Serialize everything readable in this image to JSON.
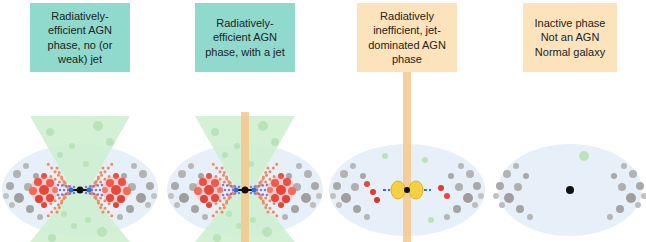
{
  "diagram": {
    "nodes": [
      {
        "text": [
          "Radiatively-efficient AGN phase, no (or weak) jet"
        ]
      },
      {
        "text": [
          "Radiatively-efficient AGN phase, with a jet"
        ]
      },
      {
        "text": [
          "Radiatively inefficient, jet-dominated AGN phase"
        ]
      },
      {
        "text": [
          "Inactive phase Not an AGN Normal galaxy"
        ]
      }
    ]
  }
}
